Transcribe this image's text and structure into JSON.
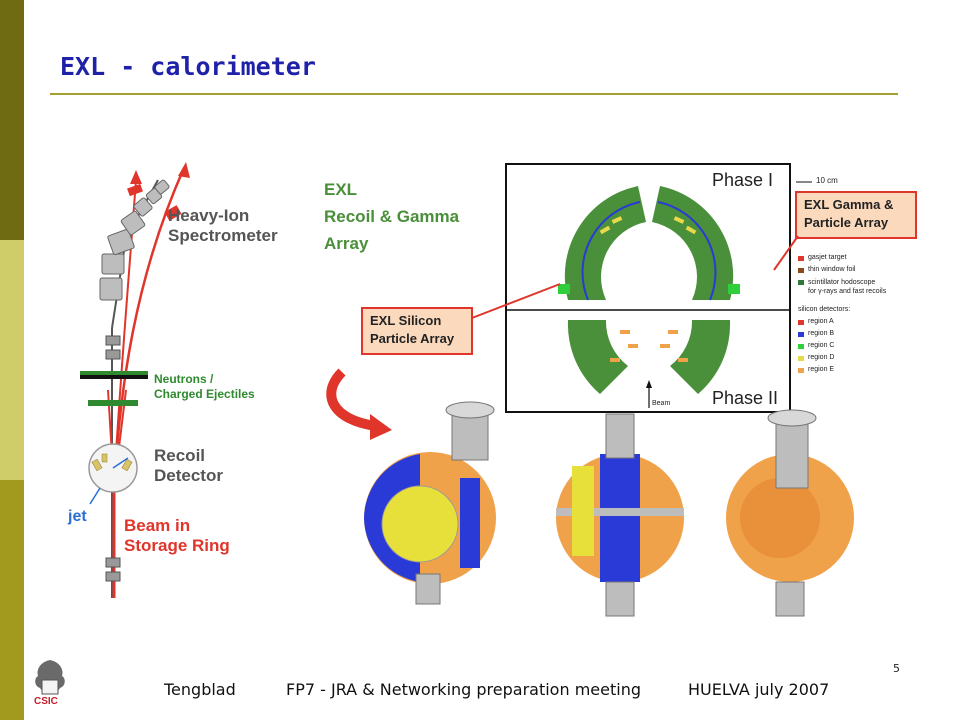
{
  "slide": {
    "title": "EXL - calorimeter",
    "page_number": "5"
  },
  "footer": {
    "author": "Tengblad",
    "event": "FP7 - JRA & Networking preparation meeting",
    "place": "HUELVA july 2007"
  },
  "logo": {
    "text": "CSIC"
  },
  "figure": {
    "heavy_ion_spectrometer": "Heavy-Ion\nSpectrometer",
    "neutrons": "Neutrons /\nCharged Ejectiles",
    "recoil_detector": "Recoil\nDetector",
    "jet": "jet",
    "beam_in_storage_ring": "Beam in\nStorage Ring",
    "exl_recoil_gamma_array": "EXL\nRecoil & Gamma\nArray",
    "phase_1": "Phase I",
    "phase_2": "Phase II",
    "scale": "10 cm",
    "beam": "Beam",
    "exl_gamma_particle_array": "EXL Gamma &\nParticle Array",
    "exl_silicon_particle_array": "EXL Silicon\nParticle Array",
    "legend": [
      {
        "label": "gasjet target",
        "color": "#e0352b"
      },
      {
        "label": "thin window foil",
        "color": "#8b4a1c"
      },
      {
        "label": "scintillator hodoscope\nfor γ-rays and fast recoils",
        "color": "#2f7a3a"
      },
      {
        "label": "silicon detectors:",
        "color": ""
      },
      {
        "label": "region A",
        "color": "#e0352b"
      },
      {
        "label": "region B",
        "color": "#2a3ad6"
      },
      {
        "label": "region C",
        "color": "#2ecf3a"
      },
      {
        "label": "region D",
        "color": "#e8d94a"
      },
      {
        "label": "region E",
        "color": "#f0a24a"
      }
    ]
  },
  "colors": {
    "sidebar_top": "#6e6b12",
    "sidebar_mid": "#cfcc6a",
    "sidebar_bottom": "#a19a1f",
    "title": "#1f22a8",
    "rule": "#a6a033",
    "label_gray": "#555555",
    "label_green": "#2f8a2f",
    "label_red": "#e0352b",
    "exl_green": "#4a8f3a",
    "callout_bg": "#fbd9bd",
    "callout_border": "#e0352b"
  }
}
